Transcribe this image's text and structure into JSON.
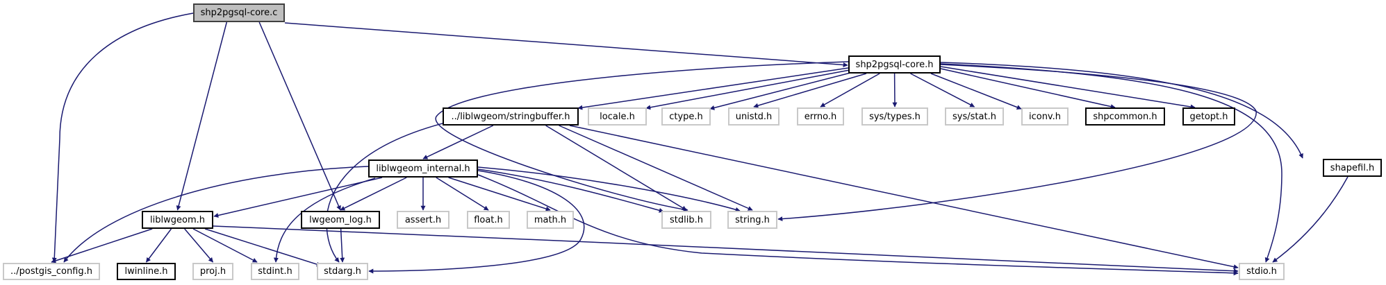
{
  "graph": {
    "title": "shp2pgsql-core.c include dependency graph",
    "edge_color": "#191970",
    "nodes": {
      "core_c": {
        "label": "shp2pgsql-core.c",
        "kind": "root"
      },
      "core_h": {
        "label": "shp2pgsql-core.h",
        "kind": "doc"
      },
      "stringbuffer": {
        "label": "../liblwgeom/stringbuffer.h",
        "kind": "doc"
      },
      "locale": {
        "label": "locale.h",
        "kind": "ext"
      },
      "ctype": {
        "label": "ctype.h",
        "kind": "ext"
      },
      "unistd": {
        "label": "unistd.h",
        "kind": "ext"
      },
      "errno": {
        "label": "errno.h",
        "kind": "ext"
      },
      "systypes": {
        "label": "sys/types.h",
        "kind": "ext"
      },
      "sysstat": {
        "label": "sys/stat.h",
        "kind": "ext"
      },
      "iconv": {
        "label": "iconv.h",
        "kind": "ext"
      },
      "shpcommon": {
        "label": "shpcommon.h",
        "kind": "doc"
      },
      "getopt": {
        "label": "getopt.h",
        "kind": "doc"
      },
      "internal": {
        "label": "liblwgeom_internal.h",
        "kind": "doc"
      },
      "shapefil": {
        "label": "shapefil.h",
        "kind": "doc"
      },
      "liblwgeom": {
        "label": "liblwgeom.h",
        "kind": "doc"
      },
      "lwgeom_log": {
        "label": "lwgeom_log.h",
        "kind": "doc"
      },
      "assert": {
        "label": "assert.h",
        "kind": "ext"
      },
      "float": {
        "label": "float.h",
        "kind": "ext"
      },
      "math": {
        "label": "math.h",
        "kind": "ext"
      },
      "stdlib": {
        "label": "stdlib.h",
        "kind": "ext"
      },
      "string": {
        "label": "string.h",
        "kind": "ext"
      },
      "postgis_config": {
        "label": "../postgis_config.h",
        "kind": "ext"
      },
      "lwinline": {
        "label": "lwinline.h",
        "kind": "doc"
      },
      "proj": {
        "label": "proj.h",
        "kind": "ext"
      },
      "stdint": {
        "label": "stdint.h",
        "kind": "ext"
      },
      "stdarg": {
        "label": "stdarg.h",
        "kind": "ext"
      },
      "stdio": {
        "label": "stdio.h",
        "kind": "ext"
      }
    },
    "edges": [
      [
        "core_c",
        "postgis_config"
      ],
      [
        "core_c",
        "liblwgeom"
      ],
      [
        "core_c",
        "lwgeom_log"
      ],
      [
        "core_c",
        "core_h"
      ],
      [
        "core_h",
        "stringbuffer"
      ],
      [
        "core_h",
        "locale"
      ],
      [
        "core_h",
        "ctype"
      ],
      [
        "core_h",
        "unistd"
      ],
      [
        "core_h",
        "errno"
      ],
      [
        "core_h",
        "systypes"
      ],
      [
        "core_h",
        "sysstat"
      ],
      [
        "core_h",
        "iconv"
      ],
      [
        "core_h",
        "shpcommon"
      ],
      [
        "core_h",
        "getopt"
      ],
      [
        "core_h",
        "stdlib"
      ],
      [
        "core_h",
        "string"
      ],
      [
        "core_h",
        "stdio"
      ],
      [
        "core_h",
        "shapefil"
      ],
      [
        "stringbuffer",
        "internal"
      ],
      [
        "stringbuffer",
        "stdarg"
      ],
      [
        "stringbuffer",
        "stdlib"
      ],
      [
        "stringbuffer",
        "string"
      ],
      [
        "stringbuffer",
        "stdio"
      ],
      [
        "internal",
        "postgis_config"
      ],
      [
        "internal",
        "liblwgeom"
      ],
      [
        "internal",
        "lwgeom_log"
      ],
      [
        "internal",
        "assert"
      ],
      [
        "internal",
        "float"
      ],
      [
        "internal",
        "math"
      ],
      [
        "internal",
        "stdlib"
      ],
      [
        "internal",
        "string"
      ],
      [
        "internal",
        "stdint"
      ],
      [
        "internal",
        "stdarg"
      ],
      [
        "internal",
        "stdio"
      ],
      [
        "liblwgeom",
        "postgis_config"
      ],
      [
        "liblwgeom",
        "lwinline"
      ],
      [
        "liblwgeom",
        "proj"
      ],
      [
        "liblwgeom",
        "stdint"
      ],
      [
        "liblwgeom",
        "stdarg"
      ],
      [
        "liblwgeom",
        "stdio"
      ],
      [
        "lwgeom_log",
        "stdarg"
      ],
      [
        "shapefil",
        "stdio"
      ]
    ]
  }
}
